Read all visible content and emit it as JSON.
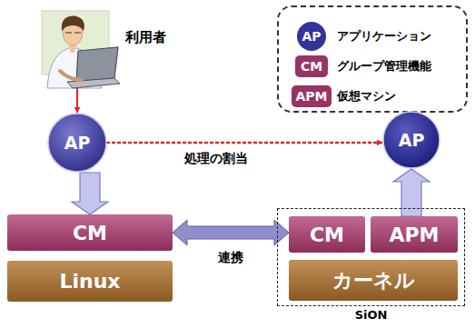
{
  "diagram": {
    "nodes": [
      {
        "text": [
          "利用者"
        ]
      },
      {
        "text": [
          "AP"
        ]
      },
      {
        "text": [
          "AP"
        ]
      },
      {
        "text": [
          "CM"
        ]
      },
      {
        "text": [
          "Linux"
        ]
      },
      {
        "text": [
          "SiON"
        ]
      },
      {
        "text": [
          "CM"
        ],
        "in": 5
      },
      {
        "text": [
          "APM"
        ],
        "in": 5
      },
      {
        "text": [
          "カーネル"
        ],
        "in": 5
      }
    ],
    "edges": [
      {
        "from": 0,
        "to": 1,
        "arrow": "to"
      },
      {
        "from": 1,
        "to": 2,
        "label": "処理の割当",
        "arrow": "to"
      },
      {
        "from": 1,
        "to": 3,
        "arrow": "to"
      },
      {
        "from": 7,
        "to": 2,
        "arrow": "to"
      },
      {
        "from": 3,
        "to": 6,
        "label": "連携",
        "arrow": "both"
      }
    ],
    "labels": [
      "AP",
      "CM",
      "APM"
    ],
    "legend": [
      {
        "text": "アプリケーション",
        "color": "#333399"
      },
      {
        "text": "グループ管理機能",
        "color": "#993366"
      },
      {
        "text": "仮想マシン",
        "color": "#993366"
      }
    ]
  }
}
